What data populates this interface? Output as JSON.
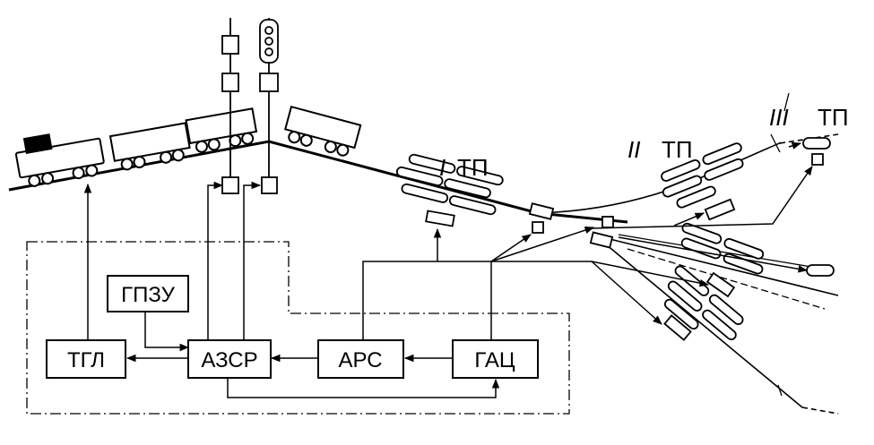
{
  "blocks": {
    "tgl": "ТГЛ",
    "gpzu": "ГПЗУ",
    "azsr": "АЗСР",
    "ars": "АРС",
    "gac": "ГАЦ"
  },
  "zones": {
    "tp1_num": "I",
    "tp2_num": "II",
    "tp3_num": "III",
    "tp_suffix": "ТП"
  }
}
